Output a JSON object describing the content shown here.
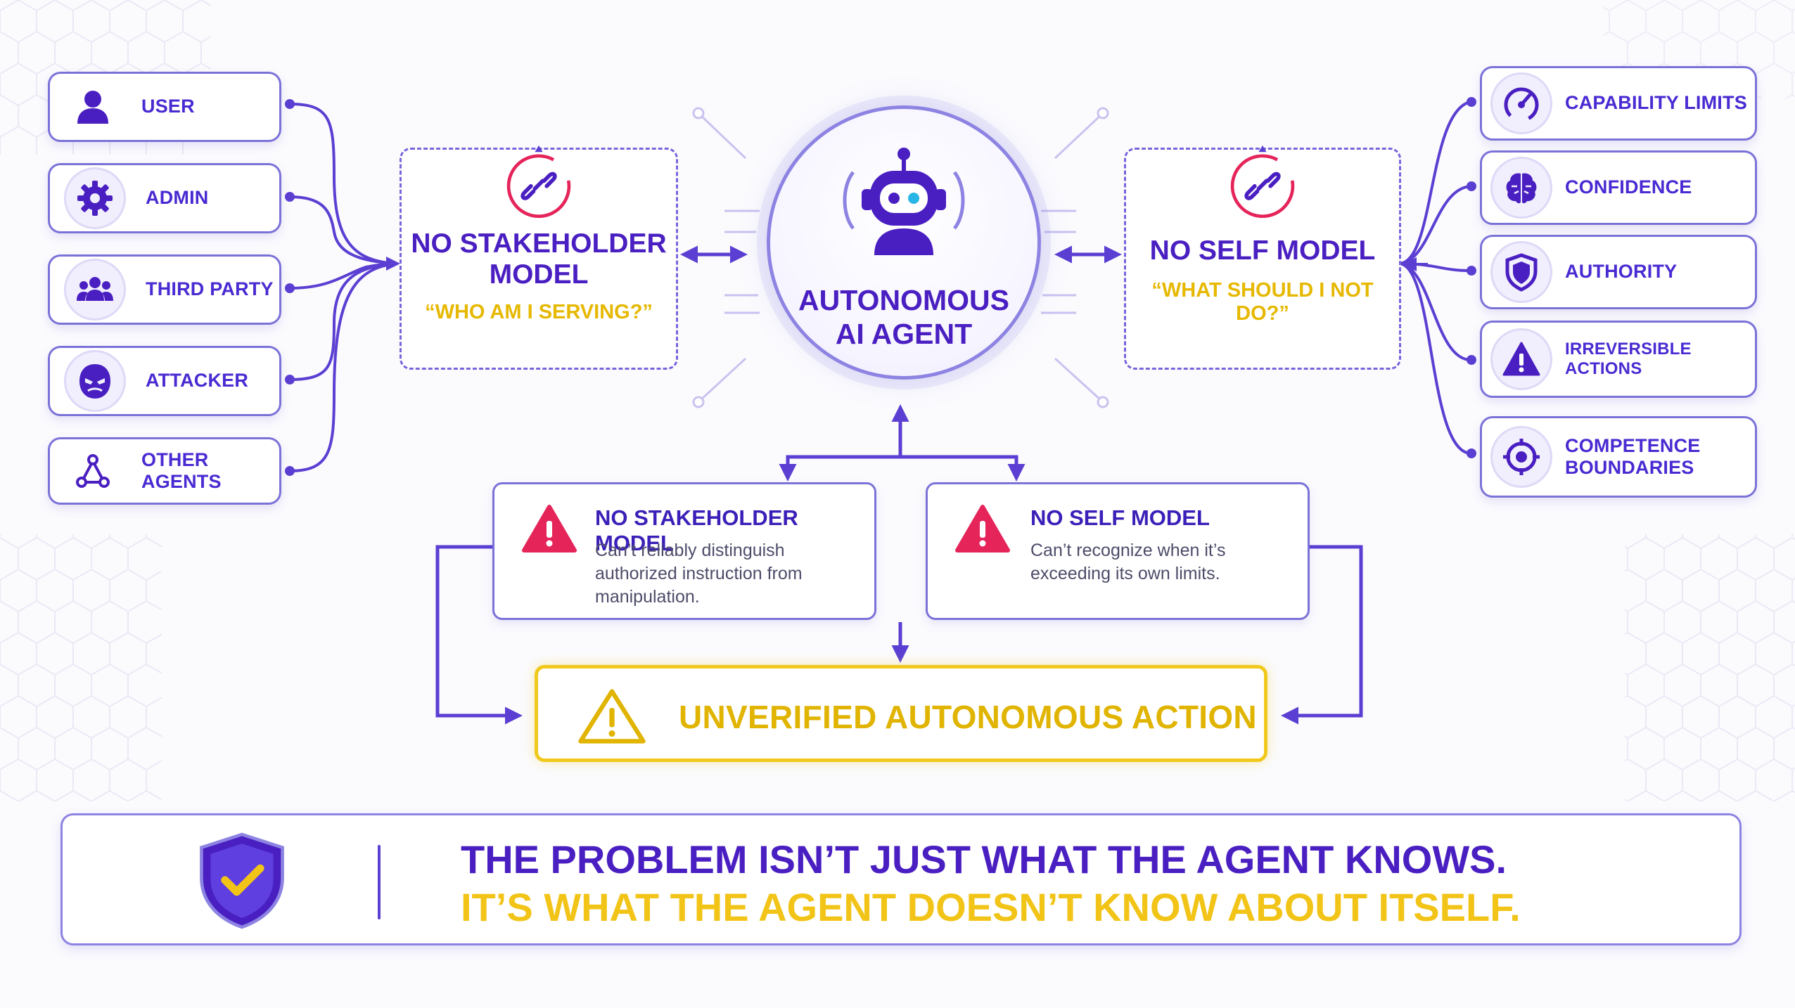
{
  "stakeholders": [
    {
      "label": "USER",
      "icon": "user-icon"
    },
    {
      "label": "ADMIN",
      "icon": "gear-icon"
    },
    {
      "label": "THIRD PARTY",
      "icon": "group-icon"
    },
    {
      "label": "ATTACKER",
      "icon": "mask-icon"
    },
    {
      "label": "OTHER AGENTS",
      "icon": "network-icon"
    }
  ],
  "stakeholder_model": {
    "title_line1": "NO STAKEHOLDER",
    "title_line2": "MODEL",
    "question": "“WHO AM I SERVING?”",
    "icon": "broken-link-icon"
  },
  "agent": {
    "title_line1": "AUTONOMOUS",
    "title_line2": "AI AGENT",
    "icon": "robot-icon"
  },
  "self_model": {
    "title": "NO SELF MODEL",
    "question": "“WHAT SHOULD I NOT DO?”",
    "icon": "broken-link-icon"
  },
  "self_aspects": [
    {
      "label": "CAPABILITY LIMITS",
      "icon": "gauge-icon"
    },
    {
      "label": "CONFIDENCE",
      "icon": "brain-icon"
    },
    {
      "label": "AUTHORITY",
      "icon": "shield-icon"
    },
    {
      "label": "IRREVERSIBLE ACTIONS",
      "icon": "warning-icon"
    },
    {
      "label_line1": "COMPETENCE",
      "label_line2": "BOUNDARIES",
      "icon": "target-icon"
    }
  ],
  "consequences": [
    {
      "title": "NO STAKEHOLDER MODEL",
      "desc_line1": "Can’t reliably distinguish",
      "desc_line2": "authorized instruction from",
      "desc_line3": "manipulation.",
      "icon": "alert-icon"
    },
    {
      "title": "NO SELF MODEL",
      "desc_line1": "Can’t recognize when it’s",
      "desc_line2": "exceeding its own limits.",
      "icon": "alert-icon"
    }
  ],
  "outcome": {
    "label": "UNVERIFIED AUTONOMOUS ACTION",
    "icon": "caution-icon"
  },
  "banner": {
    "line1": "THE PROBLEM ISN’T JUST WHAT THE AGENT KNOWS.",
    "line2": "IT’S WHAT THE AGENT DOESN’T KNOW ABOUT ITSELF.",
    "icon": "shield-check-icon"
  },
  "colors": {
    "primary": "#4a1fc2",
    "accent_yellow": "#f2c417",
    "alert_red": "#e5245a",
    "border": "#7b72d8"
  }
}
